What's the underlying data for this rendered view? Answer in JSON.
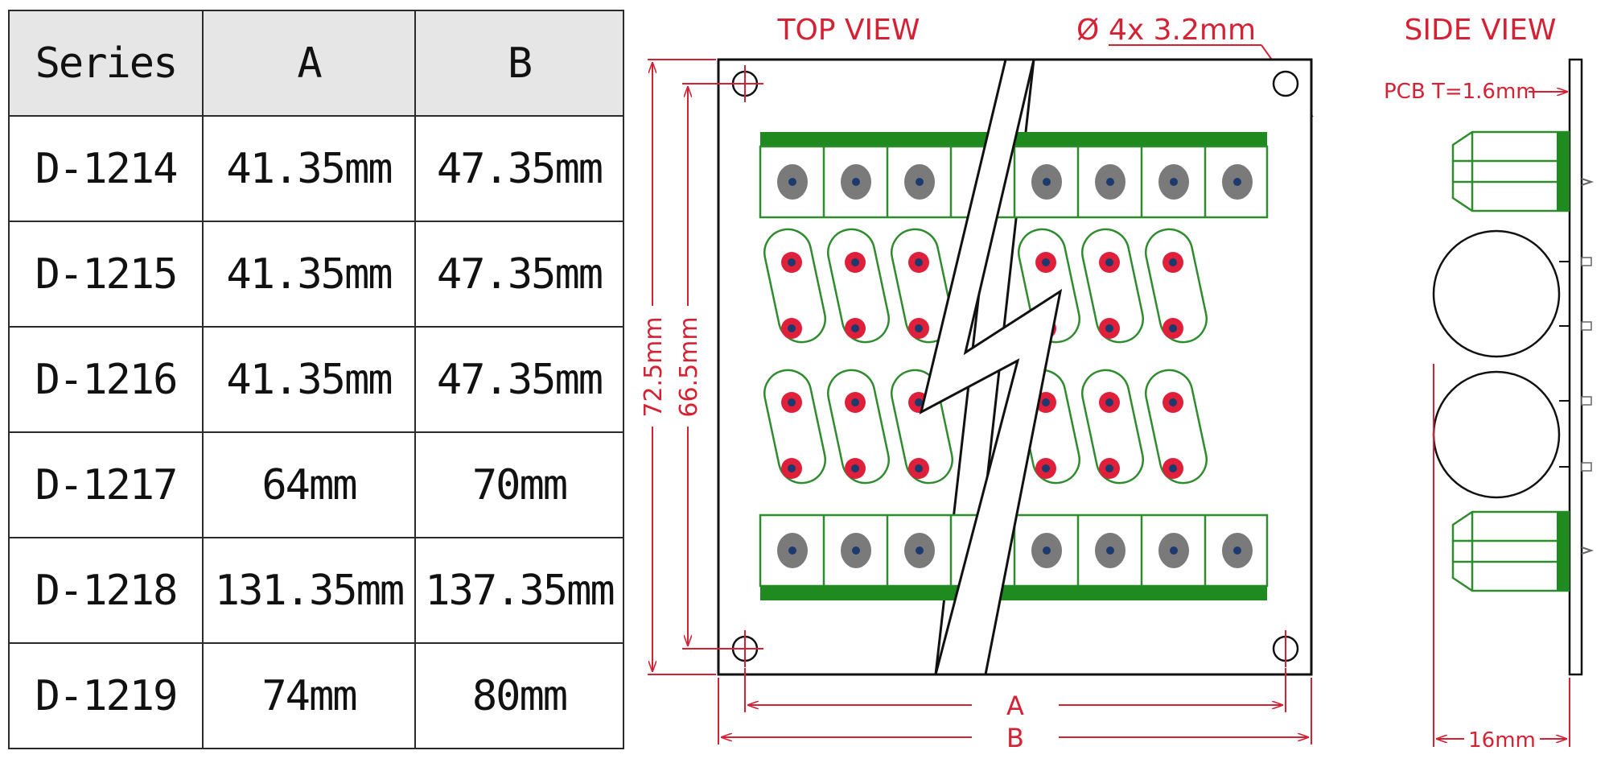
{
  "table": {
    "headers": [
      "Series",
      "A",
      "B"
    ],
    "rows": [
      [
        "D-1214",
        "41.35mm",
        "47.35mm"
      ],
      [
        "D-1215",
        "41.35mm",
        "47.35mm"
      ],
      [
        "D-1216",
        "41.35mm",
        "47.35mm"
      ],
      [
        "D-1217",
        "64mm",
        "70mm"
      ],
      [
        "D-1218",
        "131.35mm",
        "137.35mm"
      ],
      [
        "D-1219",
        "74mm",
        "80mm"
      ]
    ]
  },
  "drawing": {
    "top_view_label": "TOP VIEW",
    "hole_label_symbol": "Ø",
    "hole_label": "4x 3.2mm",
    "dim_outer_height": "72.5mm",
    "dim_inner_height": "66.5mm",
    "dim_a": "A",
    "dim_b": "B",
    "side_view_label": "SIDE VIEW",
    "pcb_thickness": "PCB T=1.6mm",
    "side_width": "16mm"
  },
  "colors": {
    "dimension_red": "#d42234",
    "pcb_green": "#1f8a1f",
    "terminal_green": "#2e8b2e",
    "screw_gray": "#7a7a7a",
    "pin_navy": "#1c3a6e",
    "pad_red": "#e0203a"
  }
}
